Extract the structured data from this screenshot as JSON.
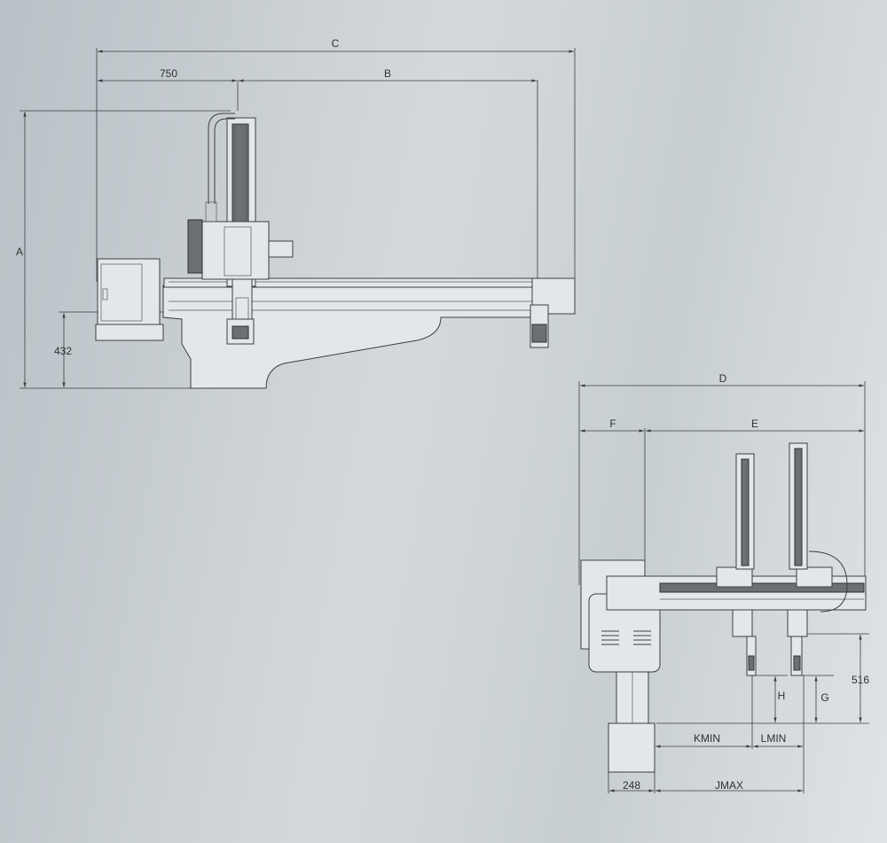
{
  "top_view": {
    "labels": {
      "overall_length": "C",
      "offset_750": "750",
      "travel": "B",
      "height": "A",
      "base_height": "432"
    }
  },
  "side_view": {
    "labels": {
      "overall_width": "D",
      "F": "F",
      "E": "E",
      "h516": "516",
      "H": "H",
      "G": "G",
      "kmin": "KMIN",
      "lmin": "LMIN",
      "d248": "248",
      "jmax": "JMAX"
    }
  },
  "colors": {
    "line": "#3c3f42",
    "background": "#c7ced2"
  }
}
